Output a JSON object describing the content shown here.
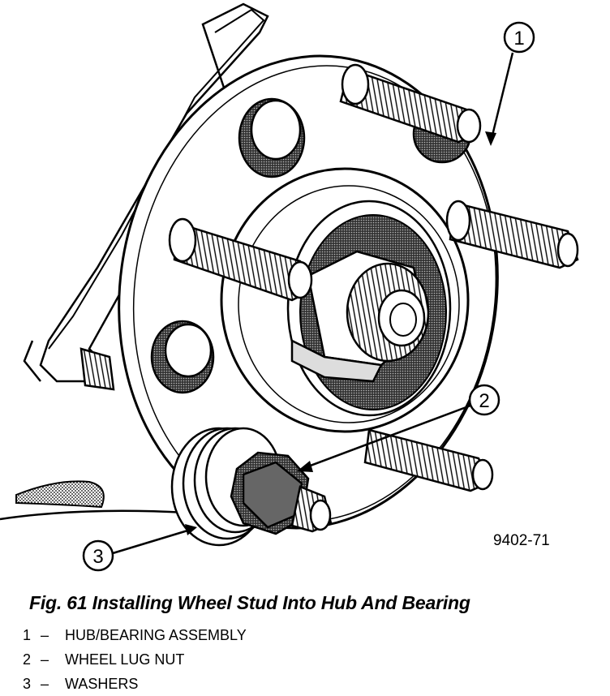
{
  "figure": {
    "code": "9402-71",
    "caption": "Fig. 61 Installing Wheel Stud Into Hub And Bearing",
    "callouts": [
      {
        "number": "1",
        "label": "HUB/BEARING ASSEMBLY"
      },
      {
        "number": "2",
        "label": "WHEEL LUG NUT"
      },
      {
        "number": "3",
        "label": "WASHERS"
      }
    ],
    "legend_separator": "–"
  }
}
